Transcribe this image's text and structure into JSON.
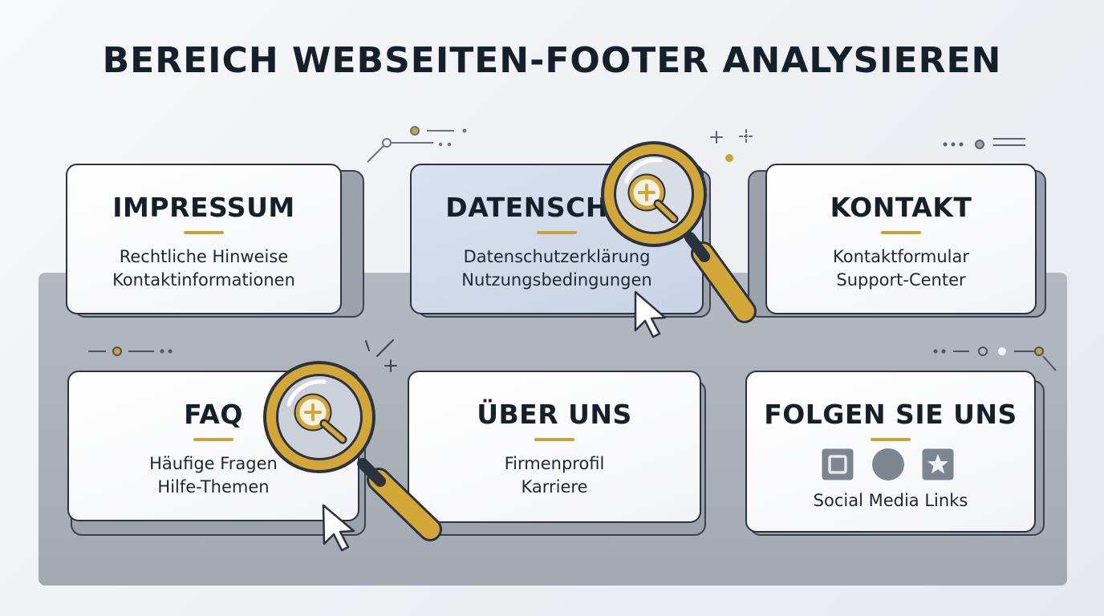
{
  "page": {
    "title": "BEREICH WEBSEITEN-FOOTER ANALYSIEREN"
  },
  "cards": {
    "impressum": {
      "title": "IMPRESSUM",
      "lines": [
        "Rechtliche Hinweise",
        "Kontaktinformationen"
      ]
    },
    "datenschutz": {
      "title": "DATENSCHUTZ",
      "lines": [
        "Datenschutzerklärung",
        "Nutzungsbedingungen"
      ],
      "highlighted": true
    },
    "kontakt": {
      "title": "KONTAKT",
      "lines": [
        "Kontaktformular",
        "Support-Center"
      ]
    },
    "faq": {
      "title": "FAQ",
      "lines": [
        "Häufige Fragen",
        "Hilfe-Themen"
      ]
    },
    "ueber_uns": {
      "title": "ÜBER UNS",
      "lines": [
        "Firmenprofil",
        "Karriere"
      ]
    },
    "folgen": {
      "title": "FOLGEN SIE UNS",
      "label": "Social Media Links",
      "icons": [
        "square-social-icon",
        "circle-social-icon",
        "star-social-icon"
      ]
    }
  },
  "colors": {
    "accent": "#c9a33a",
    "dark": "#15202b",
    "highlight_card": "#d3ddee",
    "panel": "#a9afb8"
  }
}
